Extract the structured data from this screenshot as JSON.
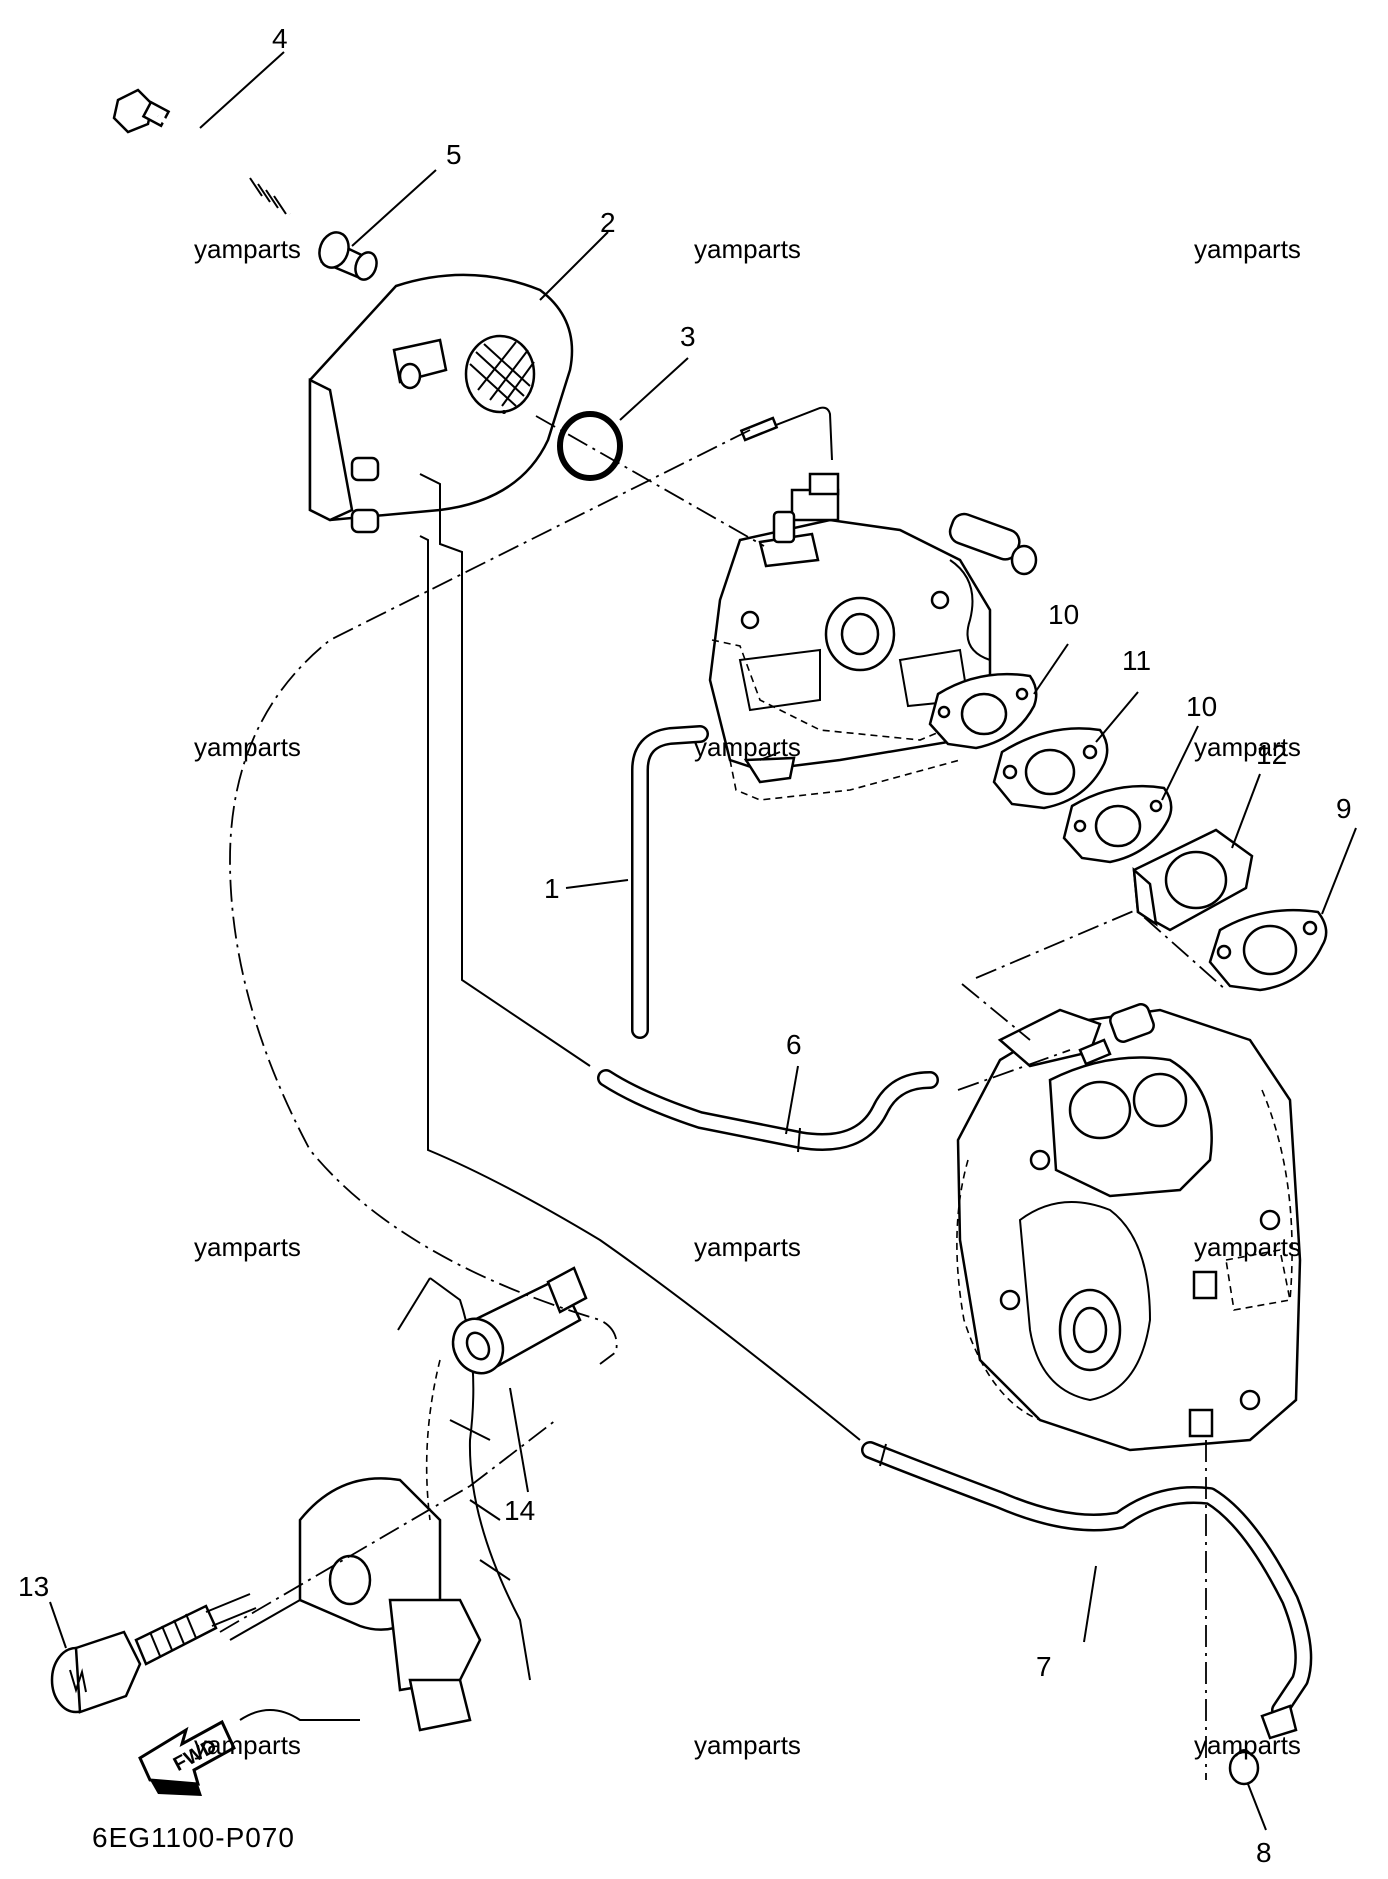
{
  "drawing_code": "6EG1100-P070",
  "watermark": "yamparts",
  "fwd_label": "FWD",
  "callouts": {
    "c1": "1",
    "c2": "2",
    "c3": "3",
    "c4": "4",
    "c5": "5",
    "c6": "6",
    "c7": "7",
    "c8": "8",
    "c9": "9",
    "c10a": "10",
    "c10b": "10",
    "c11": "11",
    "c12": "12",
    "c13": "13",
    "c14": "14"
  }
}
